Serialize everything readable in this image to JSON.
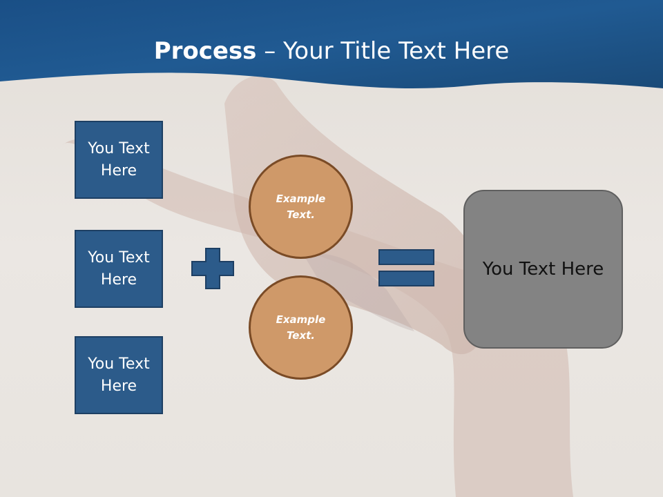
{
  "header": {
    "title_bold": "Process",
    "title_rest": " – Your Title Text Here"
  },
  "boxes": [
    {
      "label": "You Text Here"
    },
    {
      "label": "You Text Here"
    },
    {
      "label": "You Text Here"
    }
  ],
  "circles": [
    {
      "label": "Example Text."
    },
    {
      "label": "Example Text."
    }
  ],
  "result": {
    "label": "You Text Here"
  },
  "colors": {
    "header_blue": "#1f5a8e",
    "box_fill": "#2c5b8a",
    "circle_fill": "#cf9969",
    "result_fill": "#838383"
  },
  "icons": {
    "plus": "plus-icon",
    "equals": "equals-icon"
  }
}
